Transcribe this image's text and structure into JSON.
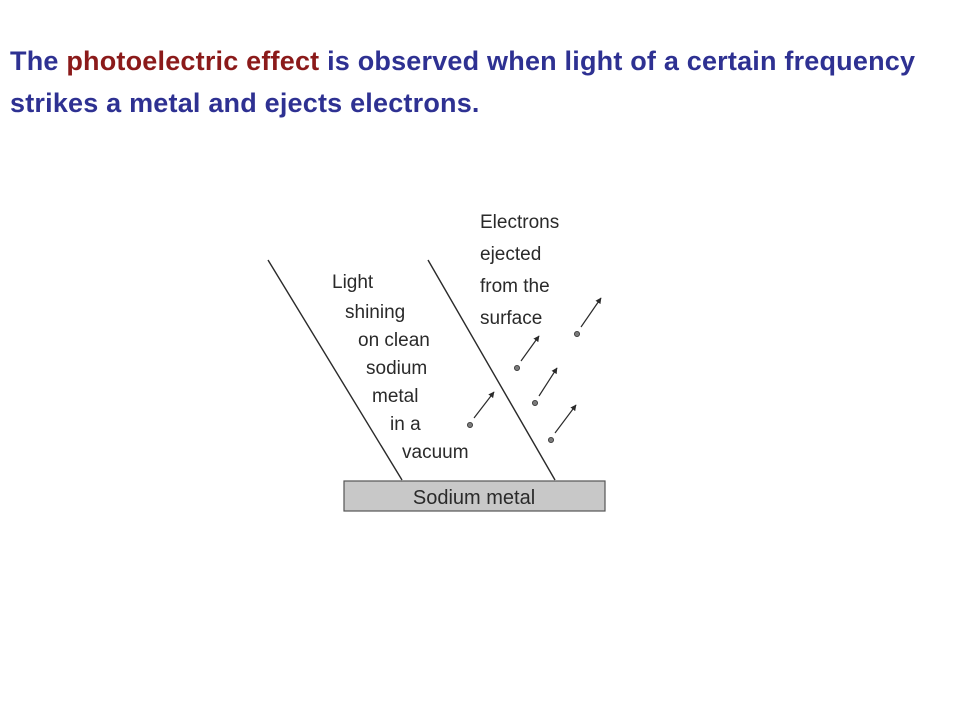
{
  "title": {
    "part1": "The ",
    "highlight": "photoelectric effect",
    "part2": " is observed when light of a certain frequency strikes a metal and ejects electrons."
  },
  "colors": {
    "title": "#2e3192",
    "highlight": "#8b1a1a",
    "metal_fill": "#c8c8c8"
  },
  "diagram": {
    "light_label": [
      "Light",
      "shining",
      "on clean",
      "sodium",
      "metal",
      "in a",
      "vacuum"
    ],
    "electrons_label": [
      "Electrons",
      "ejected",
      "from the",
      "surface"
    ],
    "metal_label": "Sodium metal"
  }
}
